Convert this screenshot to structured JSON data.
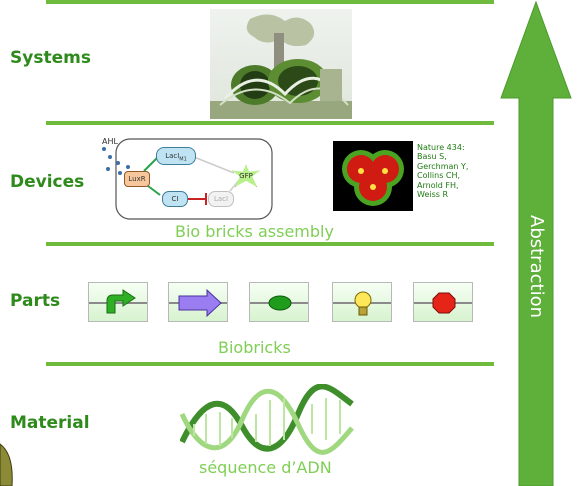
{
  "levels": {
    "systems": "Systems",
    "devices": "Devices",
    "parts": "Parts",
    "material": "Material"
  },
  "captions": {
    "devices": "Bio bricks assembly",
    "parts": "Biobricks",
    "material": "séquence d’ADN"
  },
  "circuit": {
    "ahl": "AHL",
    "luxr": "LuxR",
    "laci_m1": "LacI",
    "laci_m1_sub": "M1",
    "ci": "CI",
    "laci": "LacI",
    "gfp": "GFP"
  },
  "citation": [
    "Nature 434:",
    "Basu S,",
    "Gerchman Y,",
    "Collins CH,",
    "Arnold FH,",
    "Weiss R"
  ],
  "arrow": {
    "label": "Abstraction",
    "color": "#5fb03a"
  },
  "colors": {
    "accent_green": "#2f8a1c",
    "rule_green": "#6fbb3e",
    "caption_green": "#7fcf55"
  },
  "icons": [
    "promoter-icon",
    "coding-sequence-icon",
    "rbs-icon",
    "reporter-icon",
    "terminator-icon"
  ]
}
